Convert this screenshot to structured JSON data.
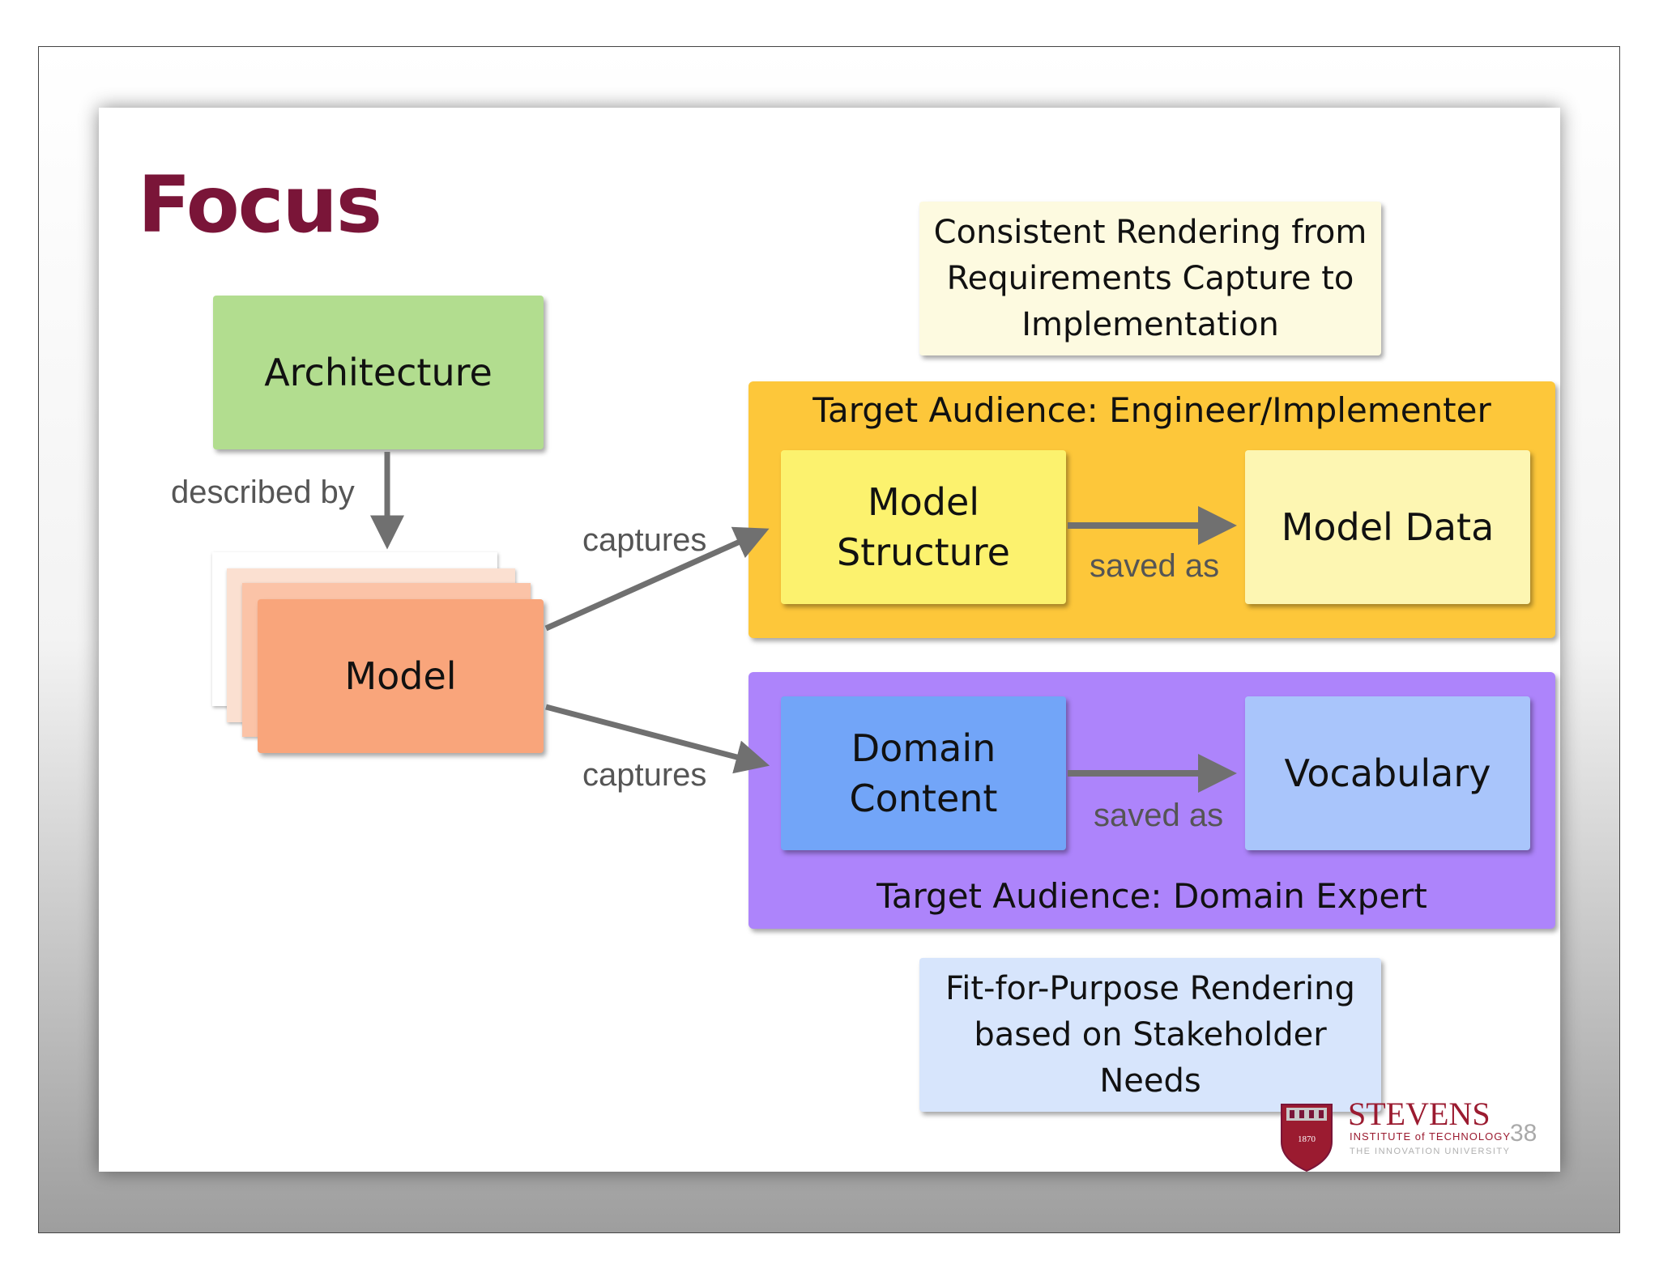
{
  "slide": {
    "title": "Focus",
    "page_number": "38"
  },
  "diagram": {
    "architecture": "Architecture",
    "model": "Model",
    "described_by": "described by",
    "captures_top": "captures",
    "captures_bottom": "captures",
    "saved_as_top": "saved as",
    "saved_as_bottom": "saved as",
    "top_note": [
      "Consistent Rendering from",
      "Requirements Capture to",
      "Implementation"
    ],
    "engineer_group_label": "Target Audience: Engineer/Implementer",
    "model_structure": [
      "Model",
      "Structure"
    ],
    "model_data": "Model Data",
    "domain_group_label": "Target Audience: Domain Expert",
    "domain_content": [
      "Domain",
      "Content"
    ],
    "vocabulary": "Vocabulary",
    "bottom_note": [
      "Fit-for-Purpose Rendering",
      "based on Stakeholder",
      "Needs"
    ]
  },
  "branding": {
    "name": "STEVENS",
    "subtitle": "INSTITUTE of TECHNOLOGY",
    "tagline": "THE INNOVATION UNIVERSITY",
    "year": "1870"
  },
  "colors": {
    "title": "#7a1538",
    "architecture": "#b2dd8f",
    "model": "#f9a57b",
    "engineer_group": "#fdc73a",
    "model_structure": "#fcf26e",
    "model_data": "#fdf6b2",
    "domain_group": "#ad84fb",
    "domain_content": "#72a5f8",
    "vocabulary": "#a9c5fb",
    "top_note": "#fdfae0",
    "bottom_note": "#d7e5fc",
    "arrow": "#707070"
  }
}
